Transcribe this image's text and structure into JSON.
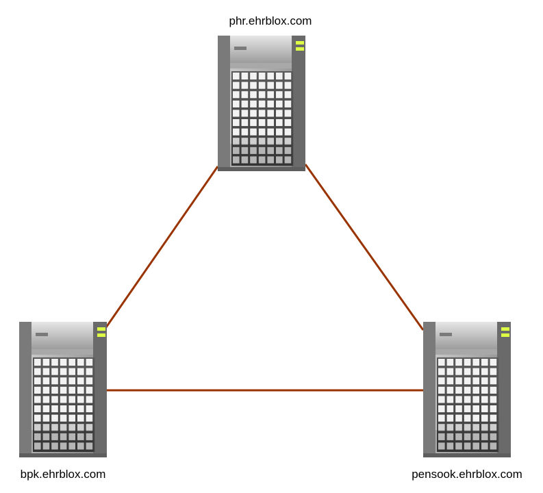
{
  "colors": {
    "link": "#993300",
    "led": "#ddff44",
    "background": "#ffffff"
  },
  "nodes": [
    {
      "label": "phr.ehrblox.com",
      "icon": "server-icon"
    },
    {
      "label": "bpk.ehrblox.com",
      "icon": "server-icon"
    },
    {
      "label": "pensook.ehrblox.com",
      "icon": "server-icon"
    }
  ],
  "links": [
    {
      "from": "phr.ehrblox.com",
      "to": "bpk.ehrblox.com"
    },
    {
      "from": "phr.ehrblox.com",
      "to": "pensook.ehrblox.com"
    },
    {
      "from": "bpk.ehrblox.com",
      "to": "pensook.ehrblox.com"
    }
  ]
}
